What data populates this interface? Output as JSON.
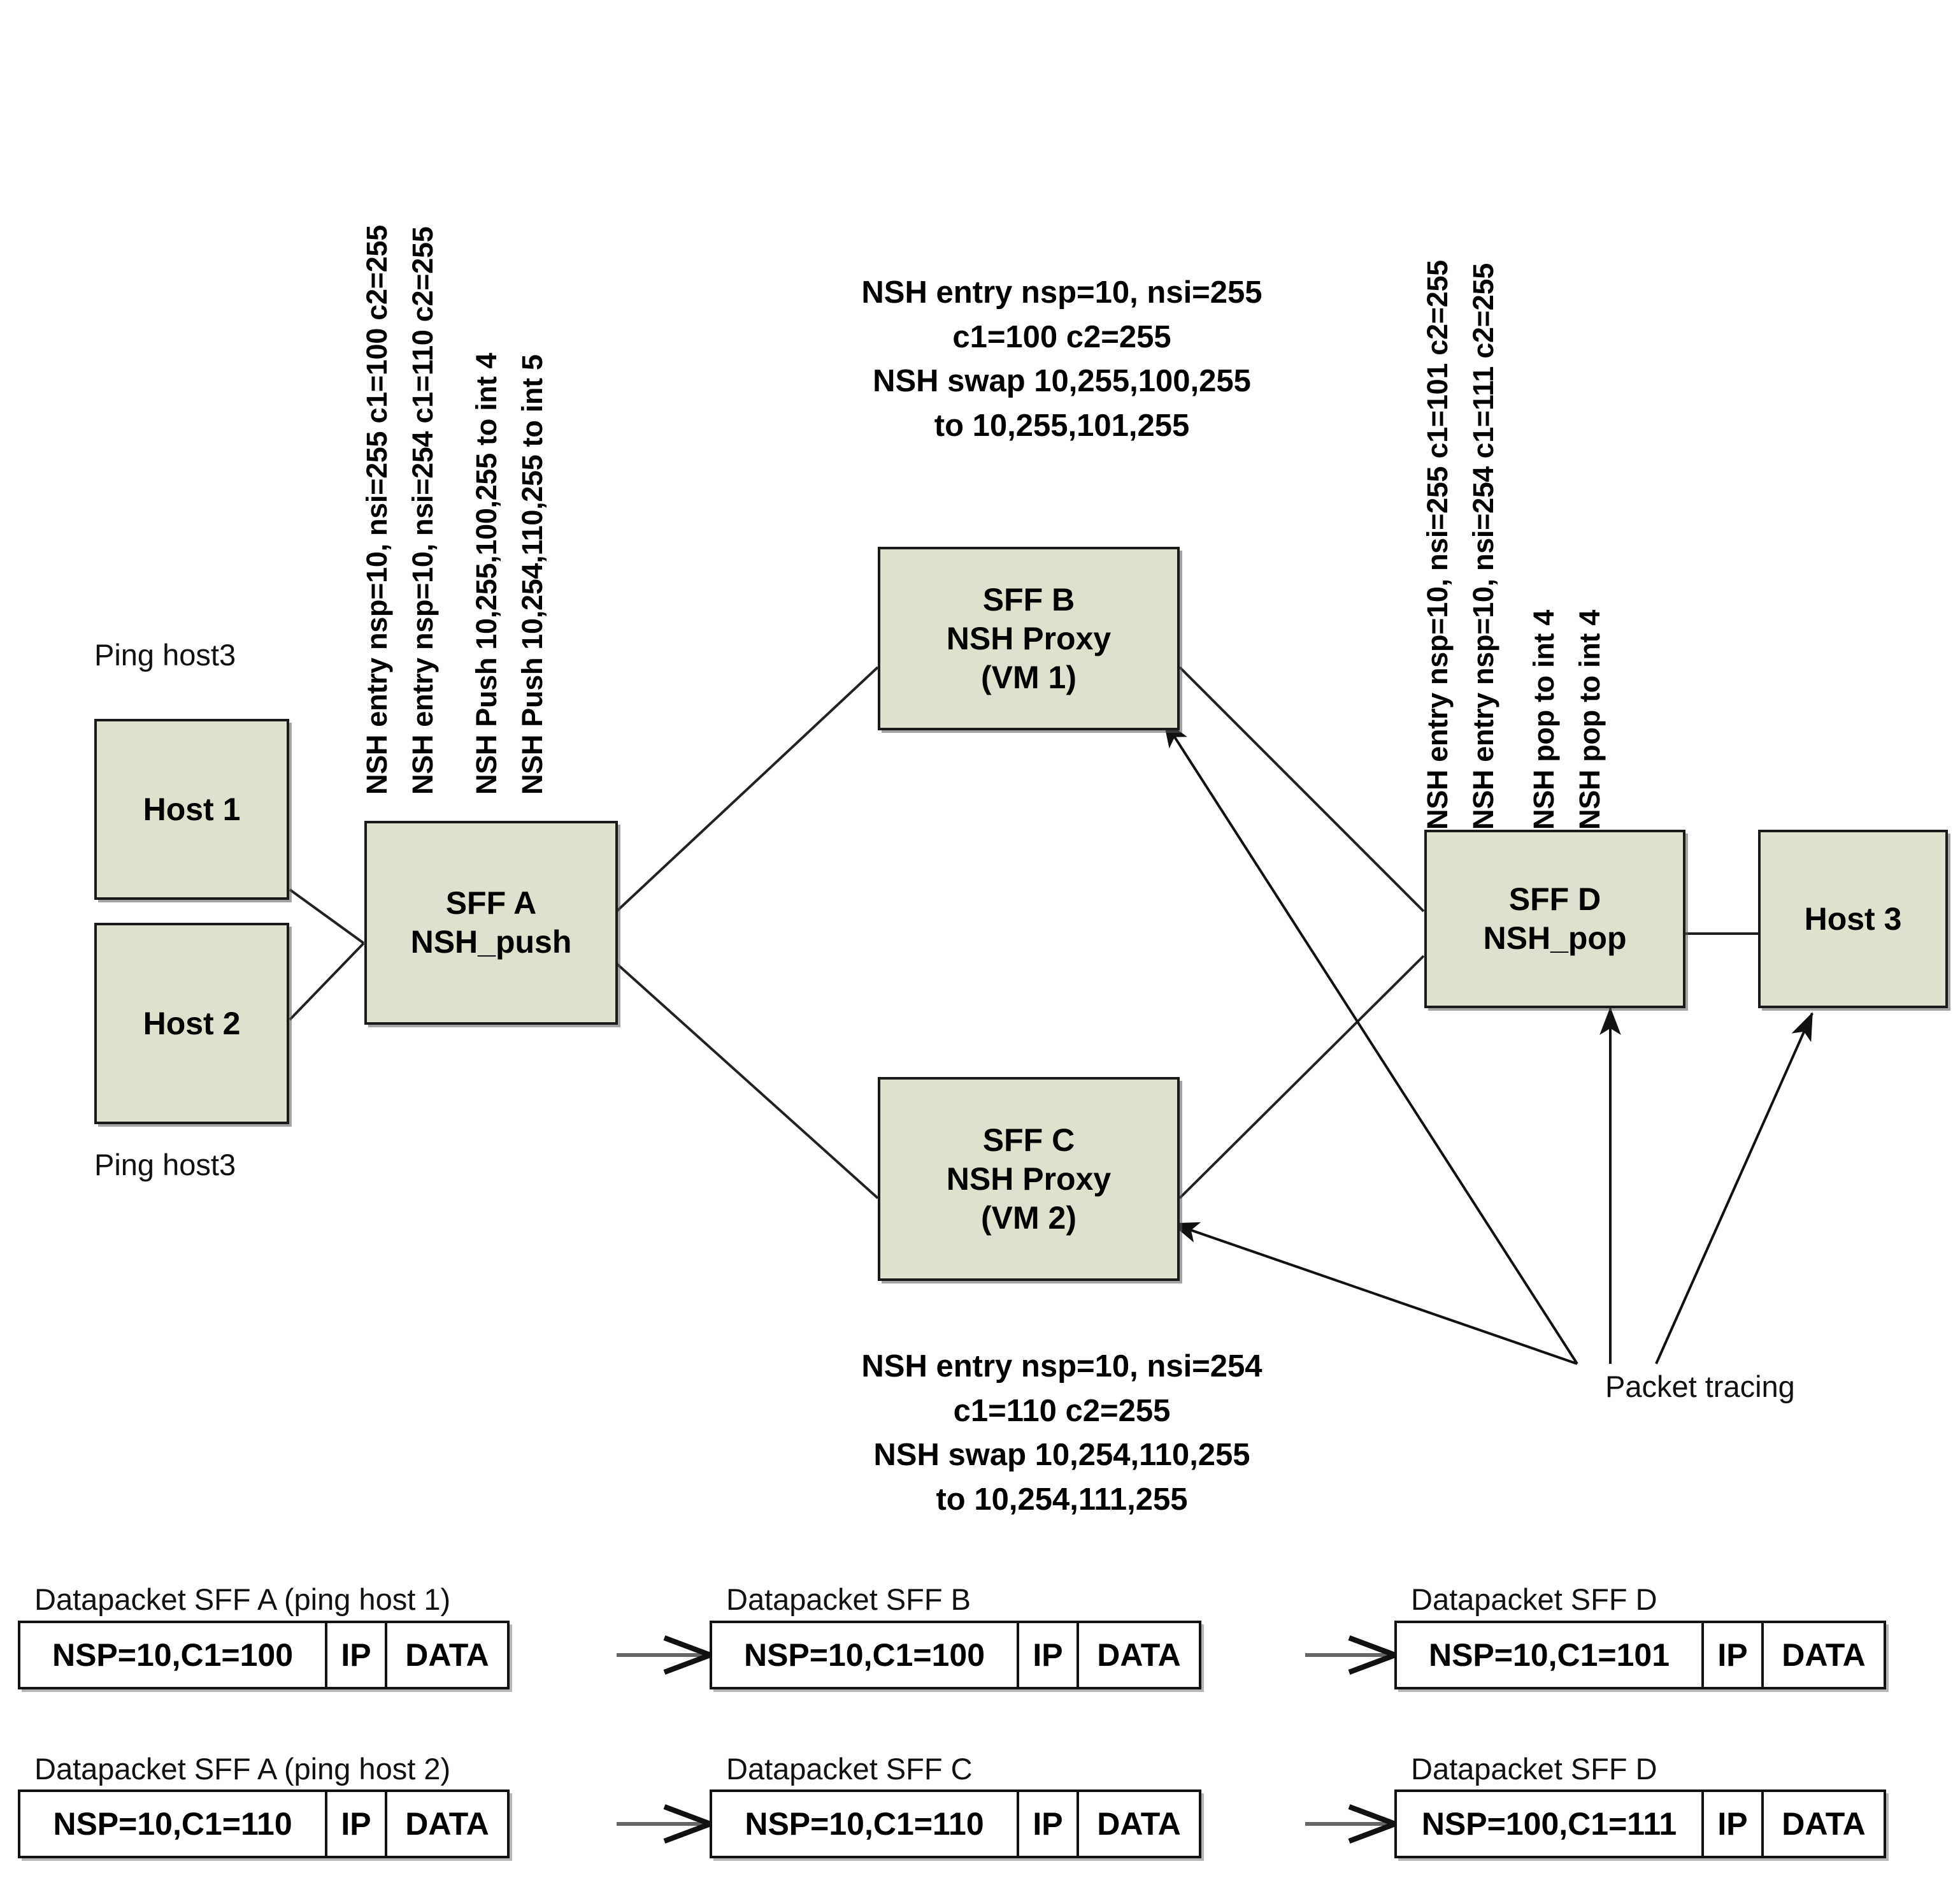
{
  "diagram": {
    "title_present": false,
    "node_fill": "#DEE1CE",
    "node_border": "#1a1a1a",
    "nodes": [
      {
        "id": "host1",
        "lines": [
          "Host 1"
        ]
      },
      {
        "id": "host2",
        "lines": [
          "Host 2"
        ]
      },
      {
        "id": "sffa",
        "lines": [
          "SFF A",
          "NSH_push"
        ]
      },
      {
        "id": "sffb",
        "lines": [
          "SFF B",
          "NSH Proxy",
          "(VM 1)"
        ]
      },
      {
        "id": "sffc",
        "lines": [
          "SFF C",
          "NSH Proxy",
          "(VM 2)"
        ]
      },
      {
        "id": "sffd",
        "lines": [
          "SFF D",
          "NSH_pop"
        ]
      },
      {
        "id": "host3",
        "lines": [
          "Host 3"
        ]
      }
    ],
    "plain_labels": {
      "ping_host1": "Ping host3",
      "ping_host2": "Ping host3",
      "packet_tracing": "Packet tracing"
    },
    "rotated_labels_left": [
      "NSH entry nsp=10, nsi=255 c1=100 c2=255",
      "NSH entry nsp=10, nsi=254 c1=110 c2=255",
      "NSH Push 10,255,100,255 to int 4",
      "NSH Push 10,254,110,255 to int 5"
    ],
    "rotated_labels_right": [
      "NSH entry nsp=10, nsi=255 c1=101 c2=255",
      "NSH entry nsp=10, nsi=254 c1=111 c2=255",
      "NSH pop to int 4",
      "NSH pop to int 4"
    ],
    "note_top": [
      "NSH entry nsp=10, nsi=255",
      "c1=100 c2=255",
      "NSH swap 10,255,100,255",
      "to 10,255,101,255"
    ],
    "note_bottom": [
      "NSH entry nsp=10, nsi=254",
      "c1=110 c2=255",
      "NSH swap 10,254,110,255",
      "to 10,254,111,255"
    ]
  },
  "packets": {
    "row1": [
      {
        "caption": "Datapacket SFF A (ping host 1)",
        "nsp": "NSP=10,C1=100",
        "ip": "IP",
        "data": "DATA"
      },
      {
        "caption": "Datapacket SFF B",
        "nsp": "NSP=10,C1=100",
        "ip": "IP",
        "data": "DATA"
      },
      {
        "caption": "Datapacket SFF D",
        "nsp": "NSP=10,C1=101",
        "ip": "IP",
        "data": "DATA"
      }
    ],
    "row2": [
      {
        "caption": "Datapacket SFF A (ping host 2)",
        "nsp": "NSP=10,C1=110",
        "ip": "IP",
        "data": "DATA"
      },
      {
        "caption": "Datapacket SFF C",
        "nsp": "NSP=10,C1=110",
        "ip": "IP",
        "data": "DATA"
      },
      {
        "caption": "Datapacket SFF D",
        "nsp": "NSP=100,C1=111",
        "ip": "IP",
        "data": "DATA"
      }
    ]
  }
}
